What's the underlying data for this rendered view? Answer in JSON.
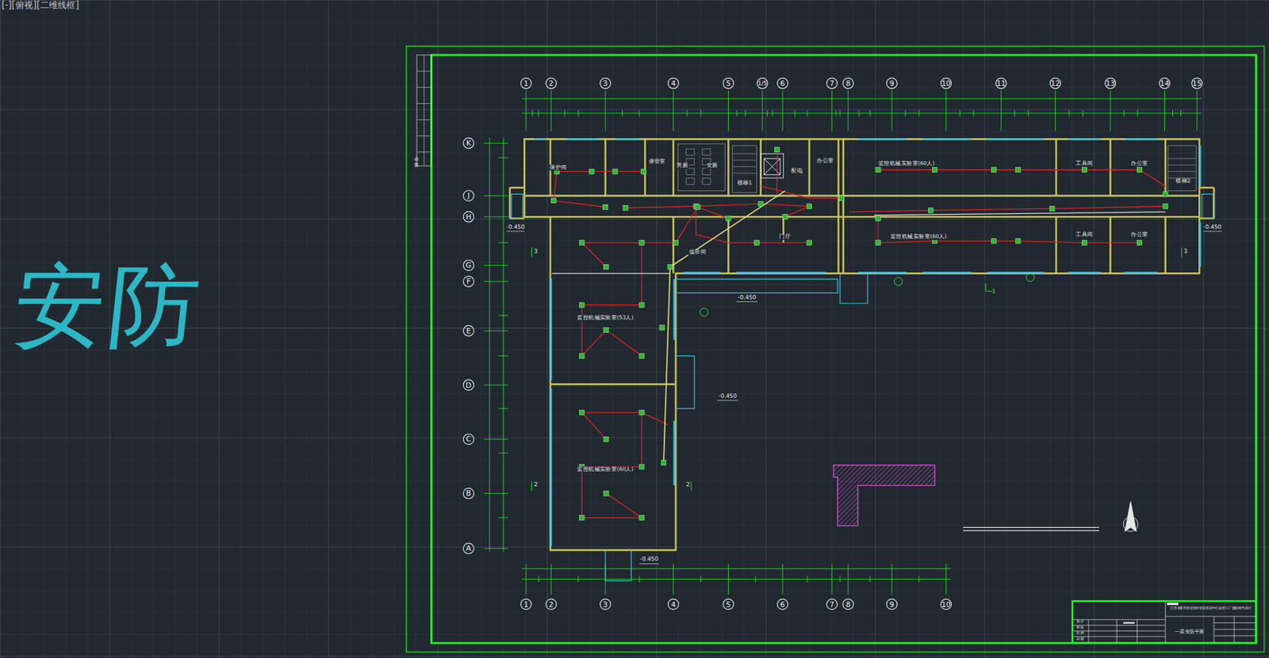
{
  "diagram": {
    "nodes": [
      {
        "text": [
          "1"
        ]
      },
      {
        "text": [
          "2"
        ]
      },
      {
        "text": [
          "3"
        ]
      },
      {
        "text": [
          "4"
        ]
      },
      {
        "text": [
          "5"
        ]
      },
      {
        "text": [
          "1/5"
        ]
      },
      {
        "text": [
          "6"
        ]
      },
      {
        "text": [
          "7"
        ]
      },
      {
        "text": [
          "8"
        ]
      },
      {
        "text": [
          "9"
        ]
      },
      {
        "text": [
          "10"
        ]
      },
      {
        "text": [
          "11"
        ]
      },
      {
        "text": [
          "12"
        ]
      },
      {
        "text": [
          "13"
        ]
      },
      {
        "text": [
          "14"
        ]
      },
      {
        "text": [
          "15"
        ]
      },
      {
        "text": [
          "K"
        ]
      },
      {
        "text": [
          "J"
        ]
      },
      {
        "text": [
          "H"
        ]
      },
      {
        "text": [
          "G"
        ]
      },
      {
        "text": [
          "F"
        ]
      },
      {
        "text": [
          "E"
        ]
      },
      {
        "text": [
          "D"
        ]
      },
      {
        "text": [
          "C"
        ]
      },
      {
        "text": [
          "B"
        ]
      },
      {
        "text": [
          "A"
        ]
      },
      {
        "text": [
          "1"
        ]
      },
      {
        "text": [
          "2"
        ]
      },
      {
        "text": [
          "3"
        ]
      },
      {
        "text": [
          "4"
        ]
      },
      {
        "text": [
          "5"
        ]
      },
      {
        "text": [
          "6"
        ]
      },
      {
        "text": [
          "7"
        ]
      },
      {
        "text": [
          "8"
        ]
      },
      {
        "text": [
          "9"
        ]
      },
      {
        "text": [
          "10"
        ]
      }
    ],
    "labels": [
      "[-][俯视][二维线框]",
      "安防",
      "保护间",
      "保管室",
      "男厕",
      "女厕",
      "楼梯1",
      "配电",
      "办公室",
      "监控机械实验室(60人)",
      "工具间",
      "办公室",
      "楼梯2",
      "门厅",
      "值班间",
      "监控机械实验室(60人)",
      "工具间",
      "办公室",
      "监控机械实验室(53人)",
      "监控机械实验室(60人)",
      "-0.450",
      "-0.450",
      "-0.450",
      "-0.450",
      "-0.450",
      "3",
      "3",
      "2",
      "2",
      "1",
      "会签",
      "江苏省某市职业技术学院实训中心监控工厂安防电气设计",
      "一层安防平面",
      "设计",
      "审核",
      "比例",
      "日期"
    ]
  }
}
